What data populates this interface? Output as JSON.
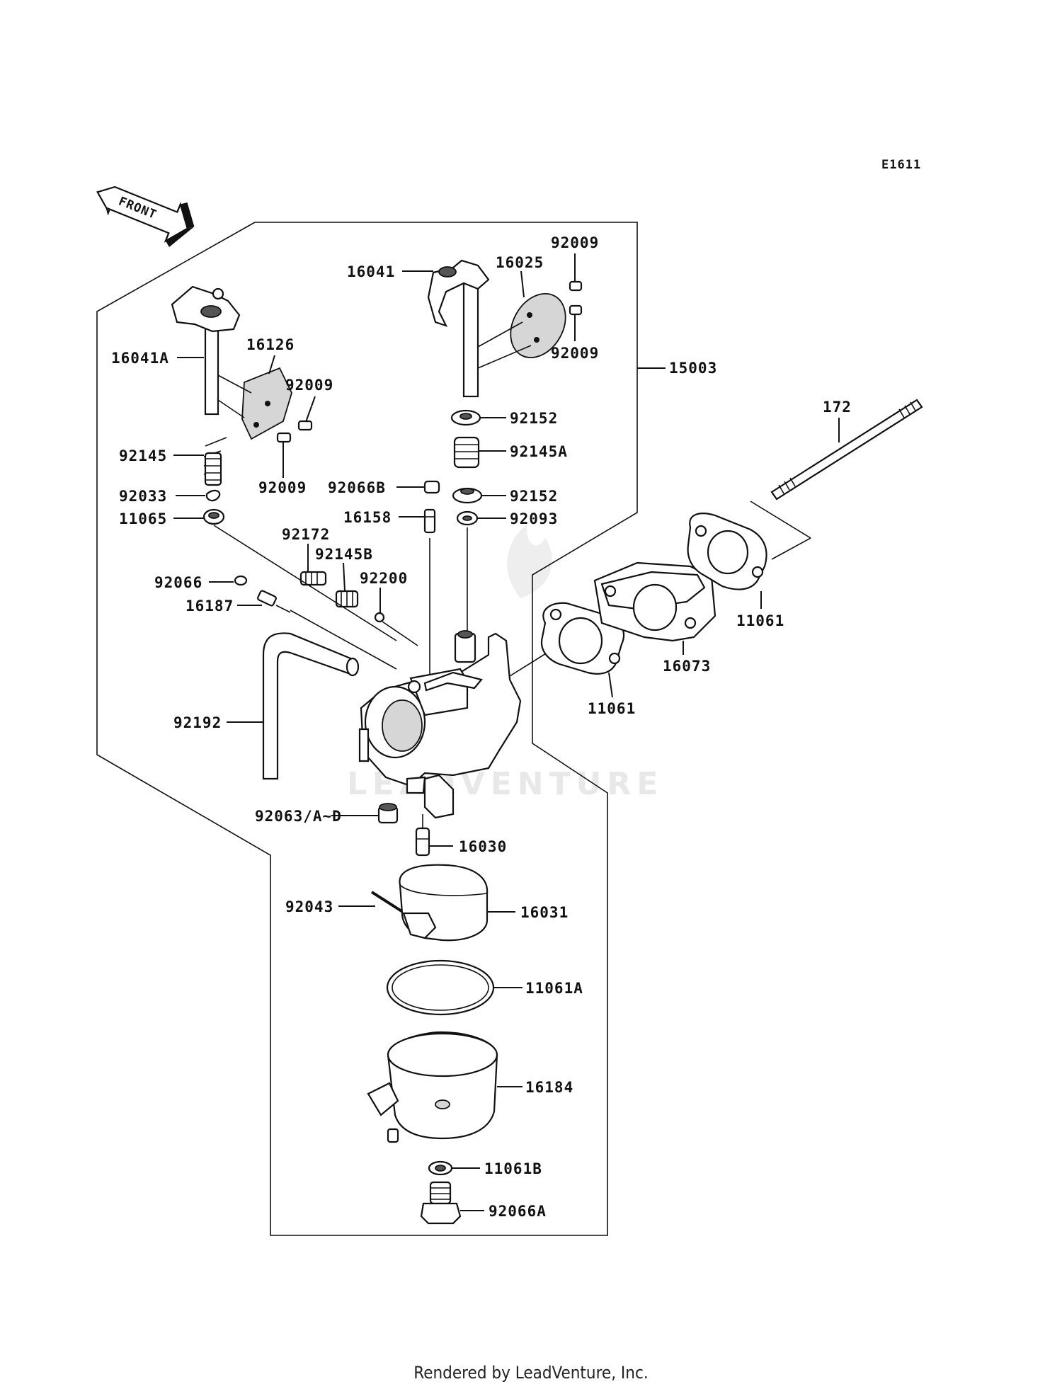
{
  "diagram_code": "E1611",
  "front_label": "FRONT",
  "watermark": "LEADVENTURE",
  "credit": "Rendered by LeadVenture, Inc.",
  "part_labels": {
    "p16041": "16041",
    "p16025": "16025",
    "p92009_a": "92009",
    "p92009_b": "92009",
    "p16041A": "16041A",
    "p16126": "16126",
    "p92009_c": "92009",
    "p92009_d": "92009",
    "p15003": "15003",
    "p172": "172",
    "p92152_a": "92152",
    "p92145A": "92145A",
    "p92145": "92145",
    "p92066B": "92066B",
    "p92152_b": "92152",
    "p92033": "92033",
    "p16158": "16158",
    "p92093": "92093",
    "p11065": "11065",
    "p92172": "92172",
    "p92145B": "92145B",
    "p92200": "92200",
    "p92066": "92066",
    "p16187": "16187",
    "p11061_a": "11061",
    "p16073": "16073",
    "p11061_b": "11061",
    "p92192": "92192",
    "p92063": "92063/A~D",
    "p16030": "16030",
    "p92043": "92043",
    "p16031": "16031",
    "p11061A": "11061A",
    "p16184": "16184",
    "p11061B": "11061B",
    "p92066A": "92066A"
  }
}
